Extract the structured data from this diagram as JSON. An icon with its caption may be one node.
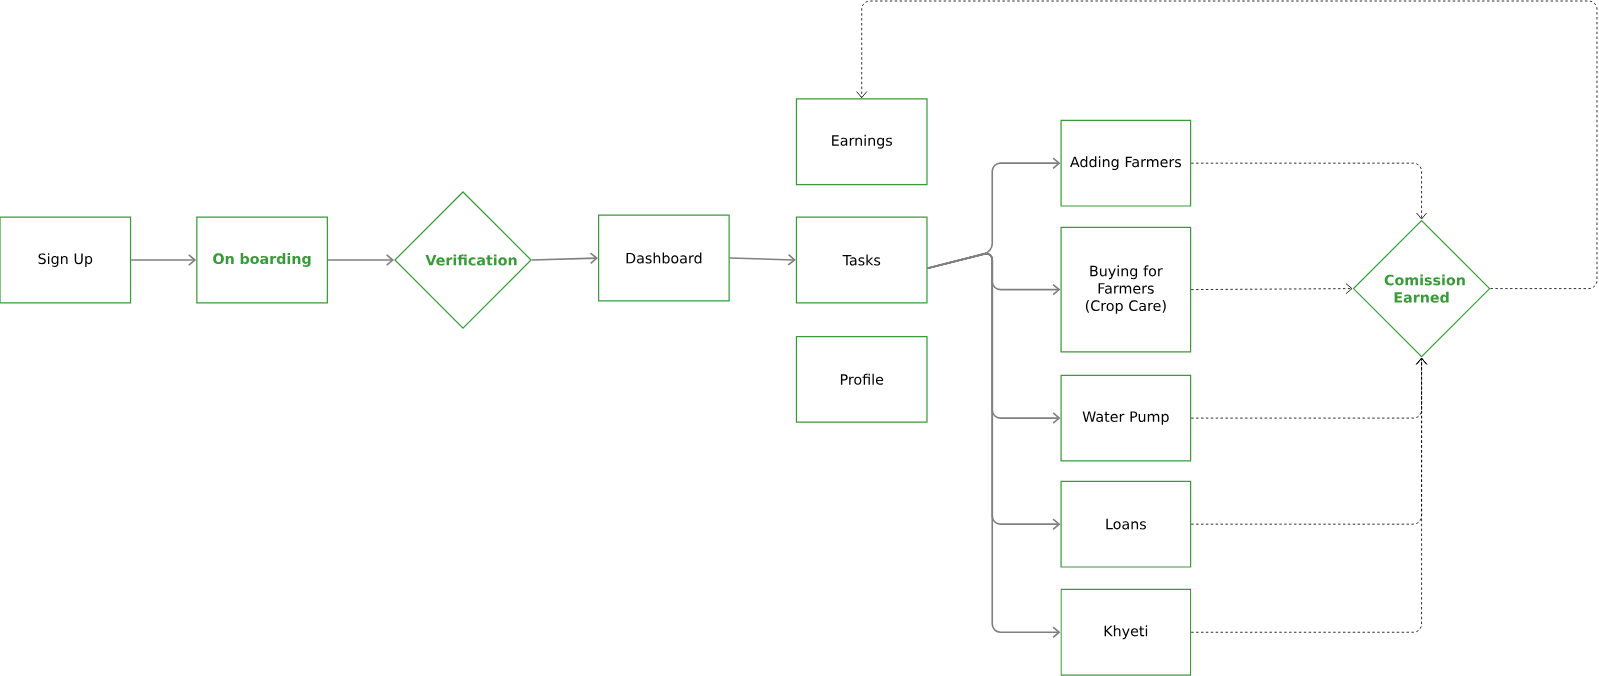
{
  "diagram": {
    "nodes": [
      {
        "text": [
          "Sign Up"
        ]
      },
      {
        "text": [
          "On boarding"
        ]
      },
      {
        "text": [
          "Verification"
        ]
      },
      {
        "text": [
          "Dashboard"
        ]
      },
      {
        "text": [
          "Earnings"
        ]
      },
      {
        "text": [
          "Tasks"
        ]
      },
      {
        "text": [
          "Profile"
        ]
      },
      {
        "text": [
          "Adding Farmers"
        ]
      },
      {
        "text": [
          "Buying for Farmers (Crop Care)"
        ]
      },
      {
        "text": [
          "Water Pump"
        ]
      },
      {
        "text": [
          "Loans"
        ]
      },
      {
        "text": [
          "Khyeti"
        ]
      },
      {
        "text": [
          "Comission Earned"
        ]
      }
    ],
    "edges": [
      {
        "from": 0,
        "to": 1,
        "arrow": "to"
      },
      {
        "from": 1,
        "to": 2,
        "arrow": "to"
      },
      {
        "from": 2,
        "to": 3,
        "arrow": "to"
      },
      {
        "from": 3,
        "to": 5,
        "arrow": "to"
      },
      {
        "from": 5,
        "to": 7,
        "arrow": "to"
      },
      {
        "from": 5,
        "to": 8,
        "arrow": "to"
      },
      {
        "from": 5,
        "to": 9,
        "arrow": "to"
      },
      {
        "from": 5,
        "to": 10,
        "arrow": "to"
      },
      {
        "from": 5,
        "to": 11,
        "arrow": "to"
      },
      {
        "from": 7,
        "to": 12,
        "arrow": "to",
        "style": "dashed",
        "color": "#000000"
      },
      {
        "from": 8,
        "to": 12,
        "arrow": "to",
        "style": "dashed",
        "color": "#000000"
      },
      {
        "from": 9,
        "to": 12,
        "arrow": "to",
        "style": "dashed",
        "color": "#000000"
      },
      {
        "from": 10,
        "to": 12,
        "arrow": "to",
        "style": "dashed",
        "color": "#000000"
      },
      {
        "from": 11,
        "to": 12,
        "arrow": "to",
        "style": "dashed",
        "color": "#000000"
      },
      {
        "from": 12,
        "to": 4,
        "arrow": "to",
        "style": "dashed",
        "color": "#000000"
      }
    ]
  }
}
